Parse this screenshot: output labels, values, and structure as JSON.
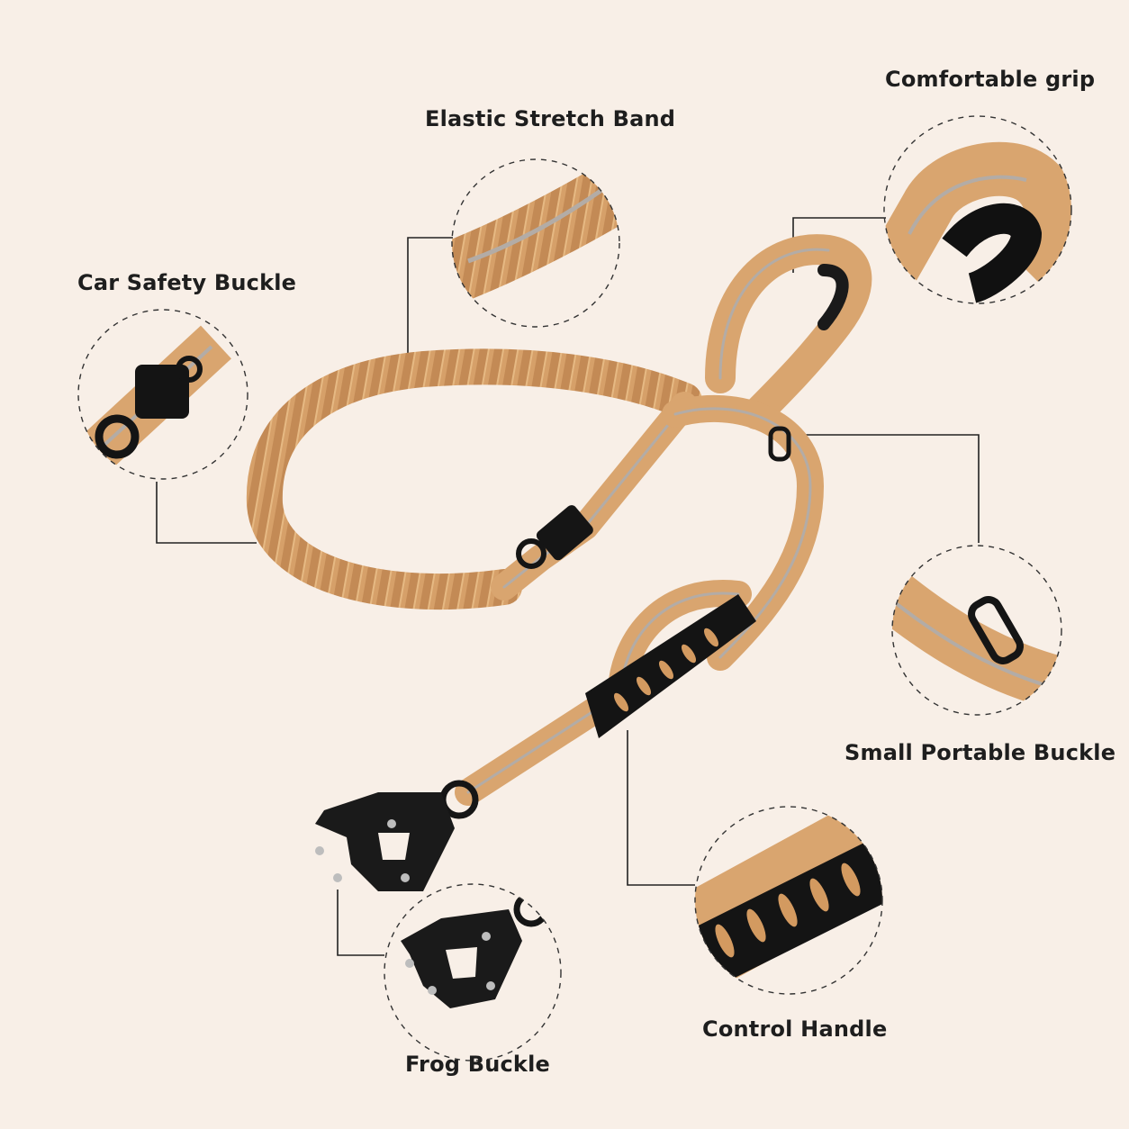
{
  "features": {
    "comfortable_grip": "Comfortable grip",
    "elastic_band": "Elastic Stretch Band",
    "car_safety_buckle": "Car Safety Buckle",
    "small_portable_buckle": "Small Portable Buckle",
    "control_handle": "Control Handle",
    "frog_buckle": "Frog Buckle"
  },
  "colors": {
    "background": "#f8efe7",
    "webbing": "#d9a56f",
    "reflective_stripe": "#b3aca6",
    "hardware": "#111111"
  }
}
